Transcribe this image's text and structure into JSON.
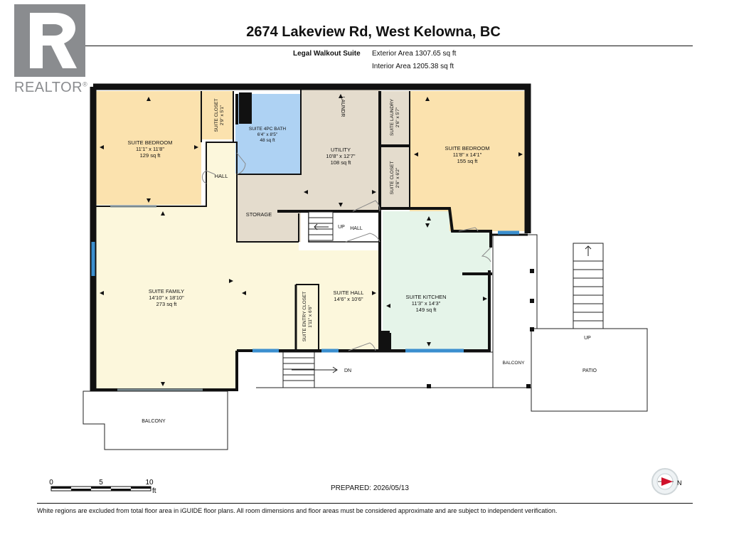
{
  "brand": {
    "logo_text": "REALTOR",
    "trademark": "®"
  },
  "header": {
    "title": "2674 Lakeview Rd, West Kelowna, BC"
  },
  "summary": {
    "suite_name": "Legal Walkout Suite",
    "exterior_area": "Exterior Area 1307.65 sq ft",
    "interior_area": "Interior Area 1205.38 sq ft"
  },
  "rooms": [
    {
      "id": "bedroom-west",
      "name": "SUITE BEDROOM",
      "dims": "11'1\" x 11'8\"",
      "area": "129 sq ft"
    },
    {
      "id": "bath",
      "name": "SUITE 4PC BATH",
      "dims": "6'4\" x 8'5\"",
      "area": "48 sq ft"
    },
    {
      "id": "utility",
      "name": "UTILITY",
      "dims": "10'8\" x 12'7\"",
      "area": "108 sq ft"
    },
    {
      "id": "bedroom-east",
      "name": "SUITE BEDROOM",
      "dims": "11'8\" x 14'1\"",
      "area": "155 sq ft"
    },
    {
      "id": "family",
      "name": "SUITE FAMILY",
      "dims": "14'10\" x 18'10\"",
      "area": "273 sq ft"
    },
    {
      "id": "suite-hall",
      "name": "SUITE HALL",
      "dims": "14'6\" x 10'6\"",
      "area": ""
    },
    {
      "id": "kitchen",
      "name": "SUITE KITCHEN",
      "dims": "11'3\" x 14'3\"",
      "area": "149 sq ft"
    }
  ],
  "labels": {
    "closet_west": "SUITE CLOSET",
    "closet_west_dims": "2'9\" x 5'1\"",
    "laundry": "SUITE LAUNDRY",
    "laundry_dims": "2'6\" x 5'7\"",
    "closet_east": "SUITE CLOSET",
    "closet_east_dims": "2'6\" x 6'2\"",
    "entry_closet": "SUITE ENTRY CLOSET",
    "entry_closet_dims": "1'11\" x 6'6\"",
    "hall": "HALL",
    "storage": "STORAGE",
    "laundr": "LAUNDR",
    "up_hall": "UP",
    "hall2": "HALL",
    "dn": "DN",
    "balcony_south": "BALCONY",
    "balcony_east": "BALCONY",
    "patio": "PATIO",
    "patio_up": "UP"
  },
  "scale": {
    "ticks": [
      "0",
      "5",
      "10"
    ],
    "unit": "ft"
  },
  "compass": {
    "label": "N"
  },
  "footer": {
    "prepared": "PREPARED: 2026/05/13",
    "disclaimer": "White regions are excluded from total floor area in iGUIDE floor plans. All room dimensions and floor areas must be considered approximate and are subject to independent verification."
  },
  "colors": {
    "bedroom": "#fbe2ae",
    "bath": "#aed2f3",
    "utility": "#e4dccd",
    "family": "#fcf7dc",
    "kitchen": "#e5f4e9",
    "wall": "#111111",
    "window": "#3b8fcf",
    "logo": "#8a8c8f"
  }
}
